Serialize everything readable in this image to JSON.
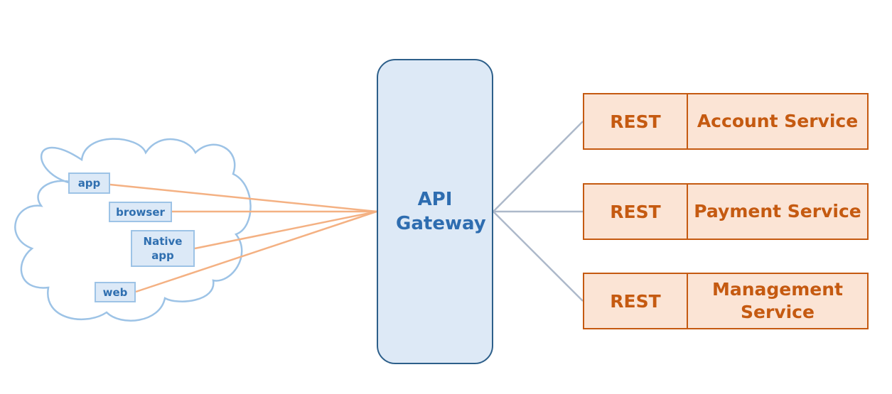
{
  "clients": [
    {
      "id": "app",
      "label": "app"
    },
    {
      "id": "browser",
      "label": "browser"
    },
    {
      "id": "native-app",
      "label": "Native app"
    },
    {
      "id": "web",
      "label": "web"
    }
  ],
  "gateway": {
    "label": "API Gateway"
  },
  "services": [
    {
      "protocol": "REST",
      "name": "Account Service"
    },
    {
      "protocol": "REST",
      "name": "Payment Service"
    },
    {
      "protocol": "REST",
      "name": "Management Service"
    }
  ],
  "colors": {
    "client_link": "#f4b183",
    "service_link": "#adb9ca",
    "cloud_outline": "#9dc3e6",
    "gateway_fill": "#dde9f6",
    "gateway_border": "#2d5f8a",
    "service_fill": "#fbe4d5",
    "service_text": "#c55a11",
    "client_text": "#2f6fb0"
  }
}
